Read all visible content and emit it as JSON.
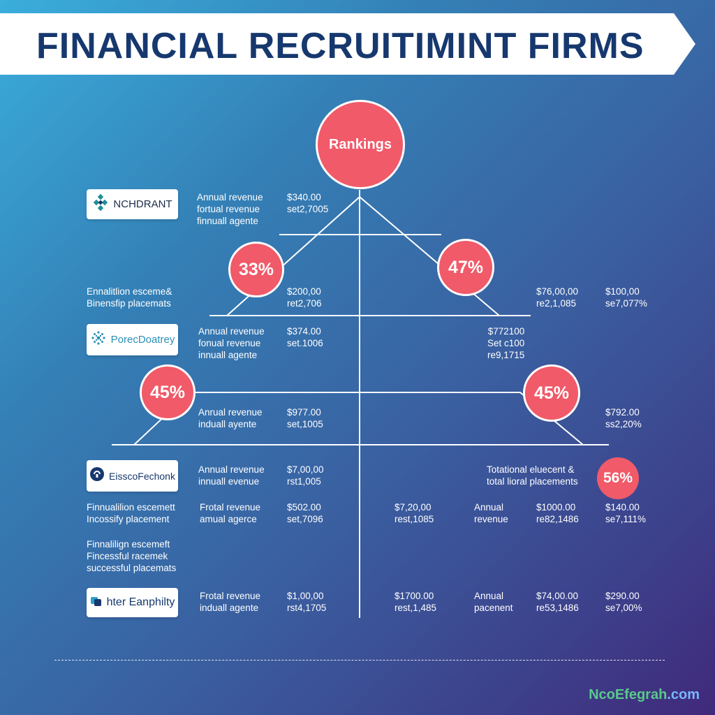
{
  "title": "FINANCIAL RECRUITIMINT FIRMS",
  "rankings_label": "Rankings",
  "percentages": {
    "p33": "33%",
    "p47": "47%",
    "p45_left": "45%",
    "p45_right": "45%",
    "p56": "56%"
  },
  "logos": {
    "l1": "NCHDRANT",
    "l2": "PorecDoatrey",
    "l3": "EisscoFechonk",
    "l4": "hter Eanphilty"
  },
  "icons": {
    "l1": "diamond-grid-icon",
    "l2": "dotted-circle-icon",
    "l3": "badge-icon",
    "l4": "stack-icon"
  },
  "rows": {
    "r1_labels": "Annual revenue\nfortual revenue\nfinnuall agente",
    "r1_values": "$340.00\nset2,7005",
    "r2_labels": "Ennalitlion esceme&\nBinensfip placemats",
    "r2_values": "$200,00\nret2,706",
    "r2_right1": "$76,00,00\nre2,1,085",
    "r2_right2": "$100,00\nse7,077%",
    "r3_labels": "Annual revenue\nfonual revenue\ninnuall agente",
    "r3_values": "$374.00\nset.1006",
    "r3_right": "$772100\nSet c100\nre9,1715",
    "r4_labels": "Anrual revenue\ninduall ayente",
    "r4_values": "$977.00\nset,1005",
    "r4_right": "$792.00\nss2,20%",
    "r5_labels": "Annual revenue\ninnuall evenue",
    "r5_values": "$7,00,00\nrst1,005",
    "r5_right": "Totational eluecent &\ntotal lioral placements",
    "r6_labels": "Finnualilion escemett\nIncossify placement",
    "r6_col2": "Frotal revenue\namual agerce",
    "r6_col3": "$502.00\nset,7096",
    "r6_col4": "$7,20,00\nrest,1085",
    "r6_col5": "Annual\nrevenue",
    "r6_col6": "$1000.00\nre82,1486",
    "r6_col7": "$140.00\nse7,111%",
    "r7_labels": "Finnalilign escemeft\nFincessful racemek\nsuccessful placemats",
    "r8_col2": "Frotal revenue\ninduall agente",
    "r8_col3": "$1,00,00\nrst4,1705",
    "r8_col4": "$1700.00\nrest,1,485",
    "r8_col5": "Annual\npacenent",
    "r8_col6": "$74,00.00\nre53,1486",
    "r8_col7": "$290.00\nse7,00%"
  },
  "brand": {
    "part1": "NcoEfegrah",
    "part2": ".com"
  },
  "colors": {
    "accent": "#f05a69",
    "title": "#16386e",
    "brand_green": "#59c98a"
  }
}
